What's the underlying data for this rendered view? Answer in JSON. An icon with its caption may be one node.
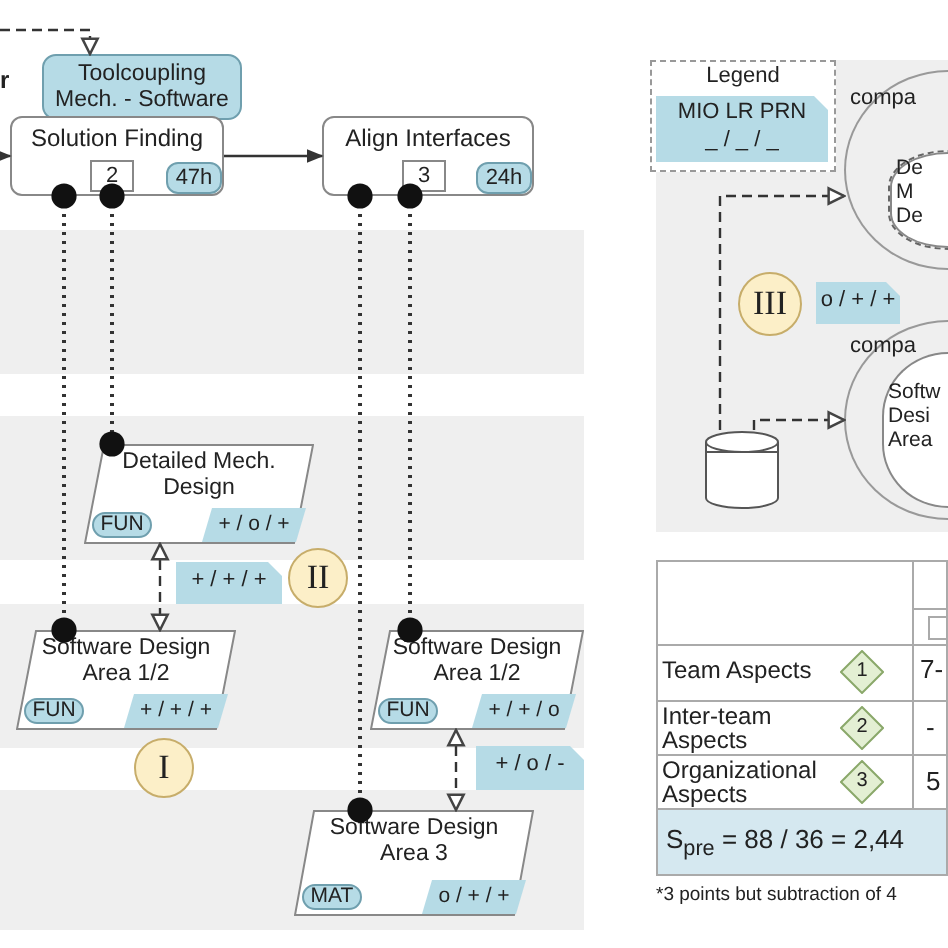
{
  "diagram": {
    "nodes": [
      {
        "text": [
          "Toolcoupling Mech. - Software"
        ]
      },
      {
        "text": [
          "Solution Finding",
          "2",
          "47h"
        ]
      },
      {
        "text": [
          "Align Interfaces",
          "3",
          "24h"
        ]
      },
      {
        "text": [
          "Detailed Mech. Design",
          "FUN",
          "+ / o / +"
        ]
      },
      {
        "text": [
          "Software Design Area 1/2",
          "FUN",
          "+ / + / +"
        ]
      },
      {
        "text": [
          "Software Design Area 1/2",
          "FUN",
          "+ / + / o"
        ]
      },
      {
        "text": [
          "Software Design Area 3",
          "MAT",
          "o / + / +"
        ]
      },
      {
        "text": [
          "+ / + / +"
        ]
      },
      {
        "text": [
          "II"
        ]
      },
      {
        "text": [
          "+ / o / -"
        ]
      },
      {
        "text": [
          "I"
        ]
      },
      {
        "text": [
          "Legend"
        ]
      },
      {
        "text": [
          "MIO LR PRN",
          "_ / _ / _"
        ],
        "in": 11
      },
      {
        "text": [
          "compa"
        ]
      },
      {
        "text": [
          "De M De"
        ],
        "in": 13
      },
      {
        "text": [
          "compa"
        ]
      },
      {
        "text": [
          "Softw Desi Area"
        ],
        "in": 15
      },
      {
        "text": [
          "III"
        ]
      },
      {
        "text": [
          "o / + / +"
        ]
      },
      {
        "text": [],
        "shape": "cylinder"
      },
      {
        "text": [
          "1"
        ]
      },
      {
        "text": [
          "2"
        ]
      },
      {
        "text": [
          "3"
        ]
      }
    ],
    "edges": [
      {
        "from": null,
        "to": 0,
        "arrow": "to",
        "style": "dashed"
      },
      {
        "from": null,
        "to": 1,
        "arrow": "to"
      },
      {
        "from": 1,
        "to": 2,
        "arrow": "to"
      },
      {
        "from": 1,
        "to": 3,
        "arrow": "other",
        "style": "dashed"
      },
      {
        "from": 1,
        "to": 4,
        "arrow": "other",
        "style": "dashed"
      },
      {
        "from": 2,
        "to": 5,
        "arrow": "other",
        "style": "dashed"
      },
      {
        "from": 2,
        "to": 6,
        "arrow": "other",
        "style": "dashed"
      },
      {
        "from": 3,
        "to": 4,
        "arrow": "both",
        "style": "dashed"
      },
      {
        "from": 5,
        "to": 6,
        "arrow": "both",
        "style": "dashed"
      },
      {
        "from": 19,
        "to": 13,
        "arrow": "to",
        "style": "dashed"
      },
      {
        "from": 19,
        "to": 15,
        "arrow": "to",
        "style": "dashed"
      }
    ],
    "labels": [
      "r",
      "Team Aspects",
      "7-",
      "Inter-team Aspects",
      "-",
      "Organizational Aspects",
      "5",
      "S$_{pre}$ = 88 / 36 = 2,44",
      "*3 points but subtraction of 4"
    ]
  }
}
